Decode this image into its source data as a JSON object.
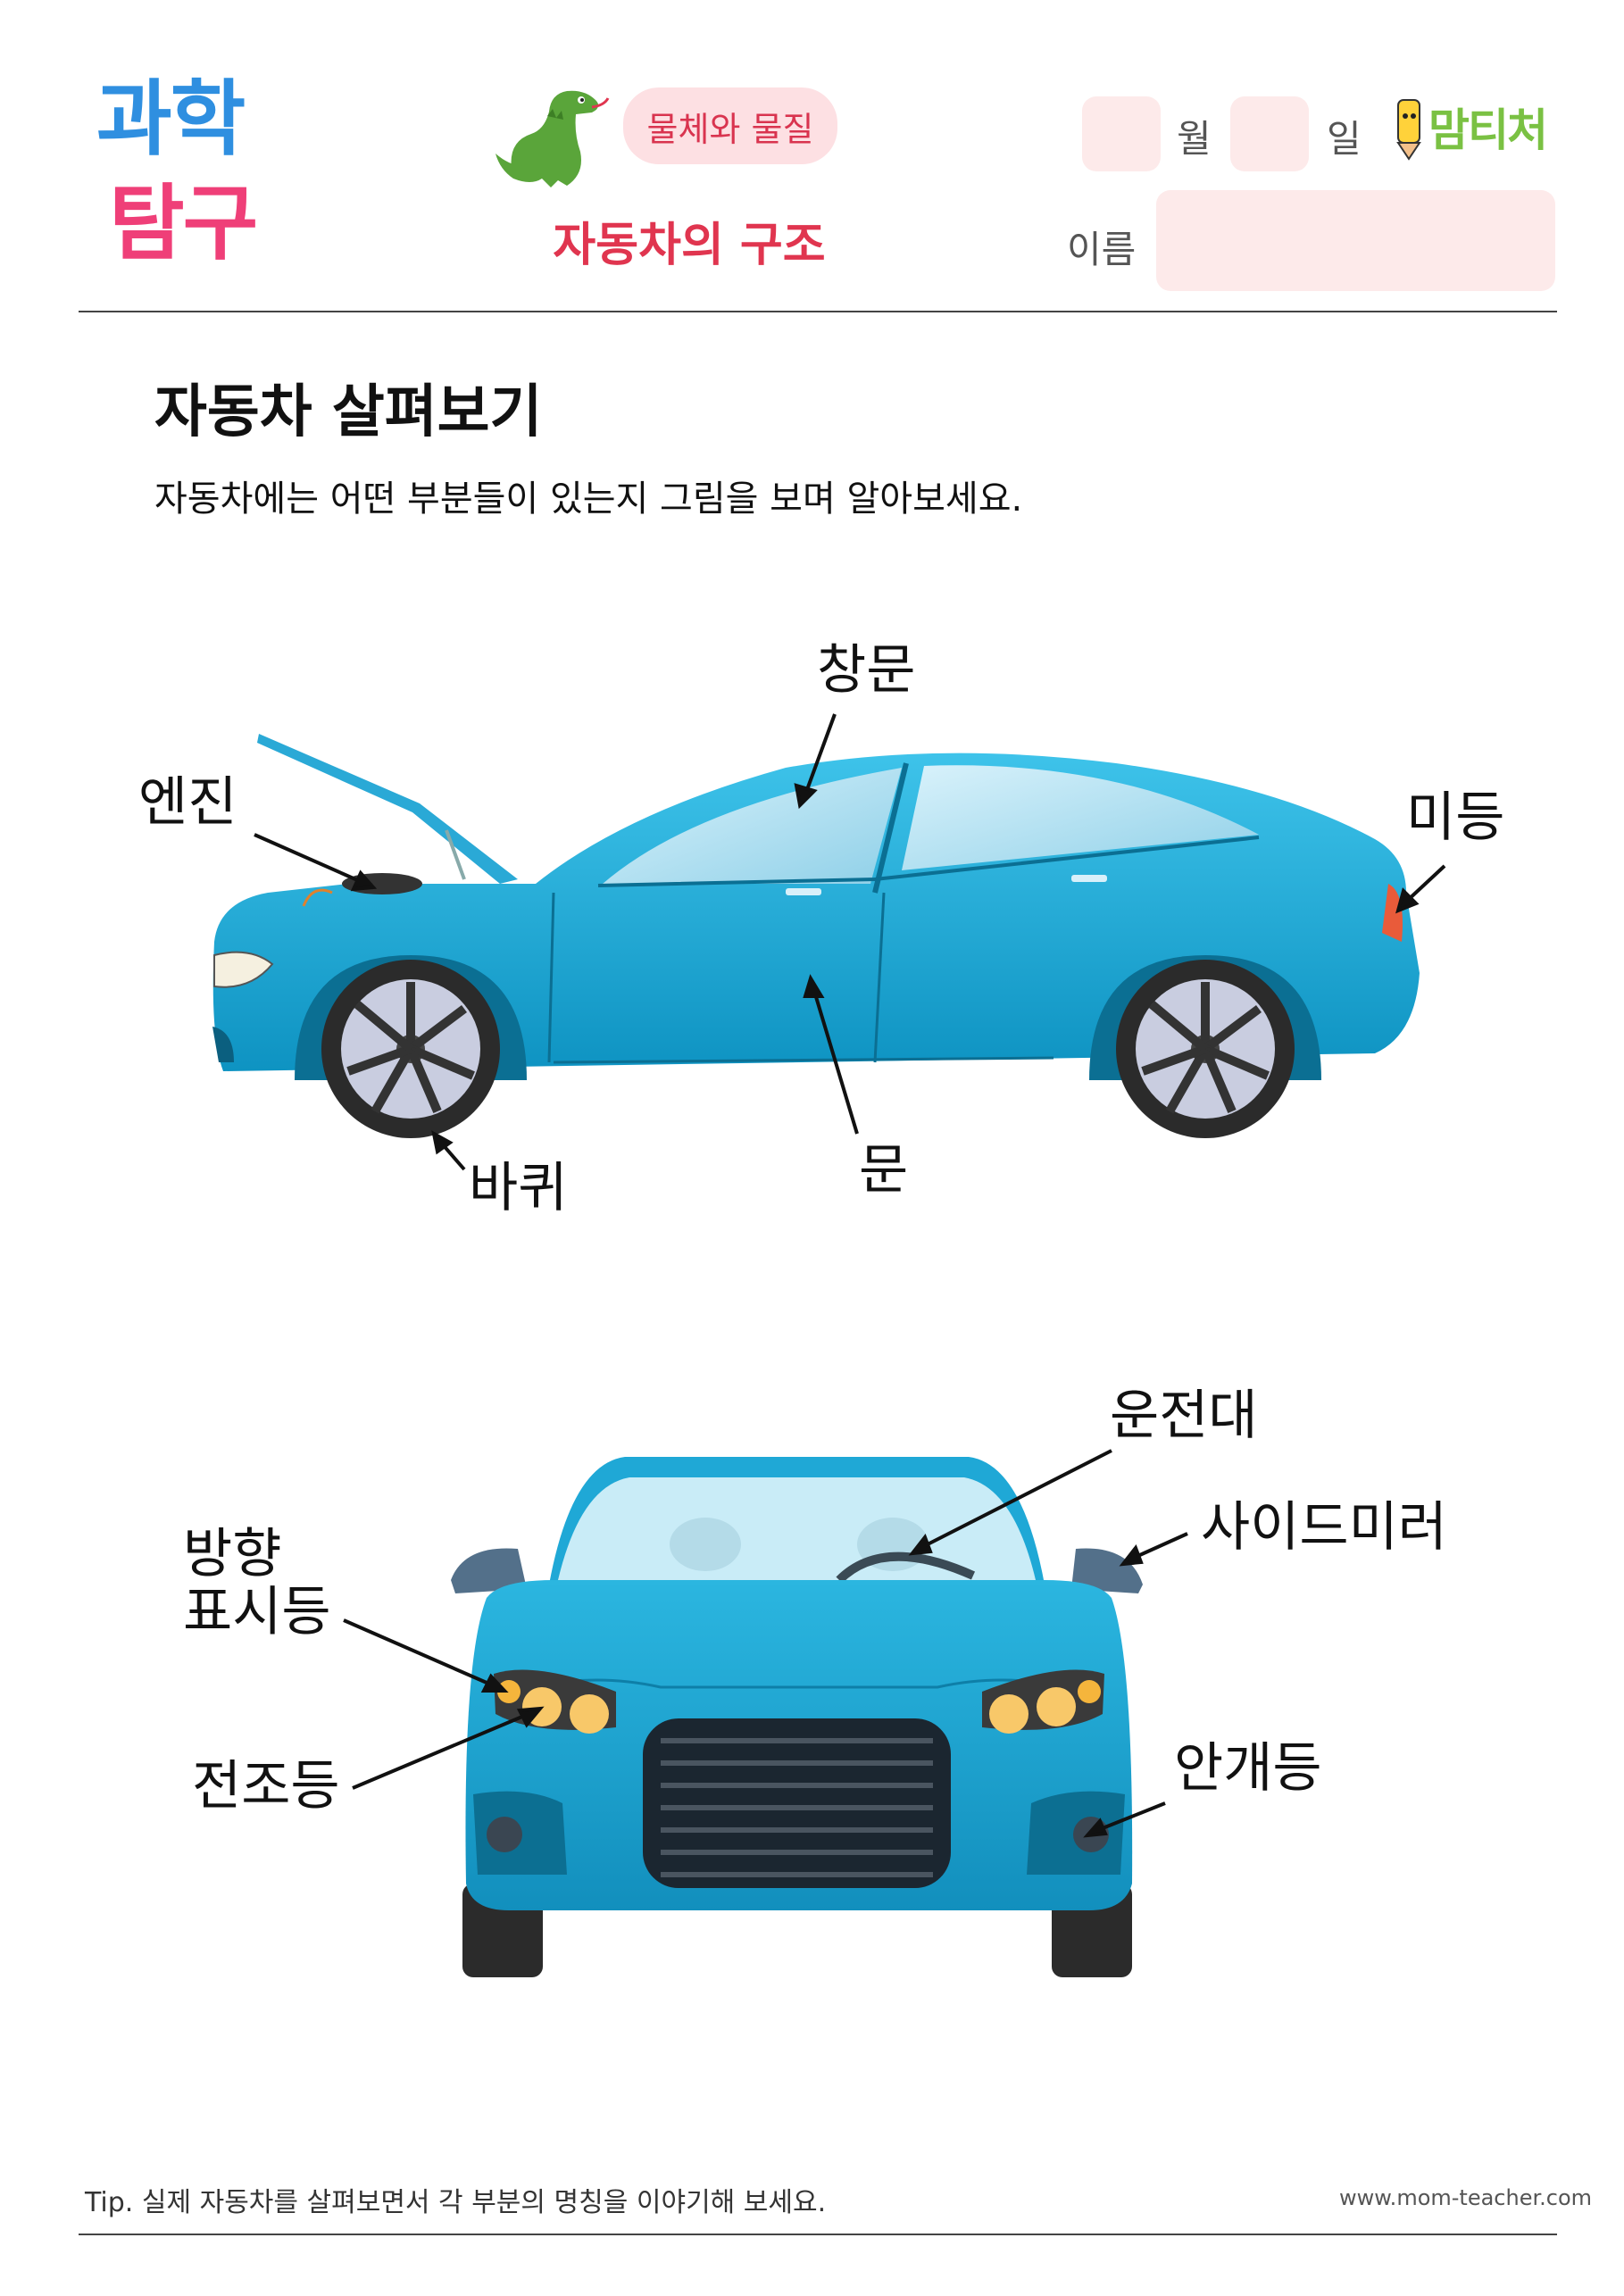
{
  "header": {
    "logo_line1": "과학",
    "logo_line2": "탐구",
    "subject": "물체와 물질",
    "topic": "자동차의 구조",
    "month_label": "월",
    "day_label": "일",
    "name_label": "이름",
    "brand": "맘티처"
  },
  "section": {
    "title": "자동차 살펴보기",
    "description": "자동차에는 어떤 부분들이 있는지 그림을 보며 알아보세요."
  },
  "side_view": {
    "labels": {
      "window": "창문",
      "engine": "엔진",
      "taillight": "미등",
      "wheel": "바퀴",
      "door": "문"
    }
  },
  "front_view": {
    "labels": {
      "steering": "운전대",
      "side_mirror": "사이드미러",
      "turn_signal_line1": "방향",
      "turn_signal_line2": "표시등",
      "headlight": "전조등",
      "fog_light": "안개등"
    }
  },
  "footer": {
    "tip": "Tip. 실제 자동차를 살펴보면서 각 부분의 명칭을 이야기해 보세요.",
    "site": "www.mom-teacher.com"
  },
  "colors": {
    "car_body": "#1aa8d4",
    "car_dark": "#0b6f93",
    "accent_red": "#e0354f",
    "pill_bg": "#fde0e3",
    "dino": "#5aa53a"
  }
}
